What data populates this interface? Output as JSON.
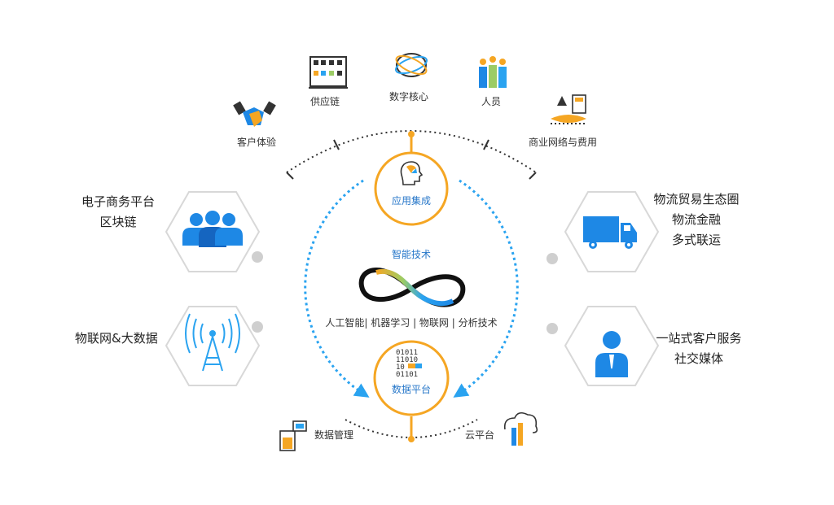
{
  "top_items": {
    "supply_chain": "供应链",
    "digital_core": "数字核心",
    "people": "人员",
    "customer_experience": "客户体验",
    "business_network": "商业网络与费用"
  },
  "center": {
    "app_integration": "应用集成",
    "intelligent_tech": "智能技术",
    "tech_list": "人工智能| 机器学习 | 物联网 | 分析技术",
    "data_platform": "数据平台",
    "binary_lines": [
      "01011",
      "11010",
      "10",
      "01101"
    ]
  },
  "bottom_items": {
    "data_management": "数据管理",
    "cloud_platform": "云平台"
  },
  "left_items": {
    "ecommerce": [
      "电子商务平台",
      "区块链"
    ],
    "iot_bigdata": "物联网&大数据"
  },
  "right_items": {
    "logistics": [
      "物流贸易生态圈",
      "物流金融",
      "多式联运"
    ],
    "customer_service": [
      "一站式客户服务",
      "社交媒体"
    ]
  },
  "colors": {
    "accent_yellow": "#f5a623",
    "accent_blue": "#2aa3f0",
    "icon_blue": "#1e88e5",
    "hex_border": "#d8d8d8",
    "gray_dot": "#cfcfcf"
  }
}
